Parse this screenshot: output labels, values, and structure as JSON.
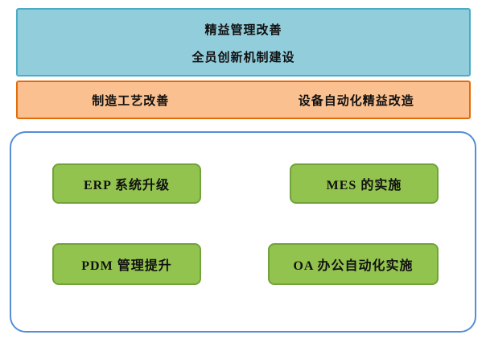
{
  "diagram": {
    "top_box": {
      "line1": "精益管理改善",
      "line2": "全员创新机制建设",
      "bg_color": "#92cddc",
      "border_color": "#4bacc6"
    },
    "mid_box": {
      "left_label": "制造工艺改善",
      "right_label": "设备自动化精益改造",
      "bg_color": "#fac090",
      "border_color": "#e36c0a"
    },
    "container": {
      "border_color": "#558ed5",
      "bg_color": "#ffffff"
    },
    "items": [
      {
        "label": "ERP 系统升级"
      },
      {
        "label": "MES 的实施"
      },
      {
        "label": "PDM 管理提升"
      },
      {
        "label": "OA 办公自动化实施"
      }
    ],
    "item_style": {
      "bg_color": "#92c34e",
      "border_color": "#71a23b"
    }
  }
}
